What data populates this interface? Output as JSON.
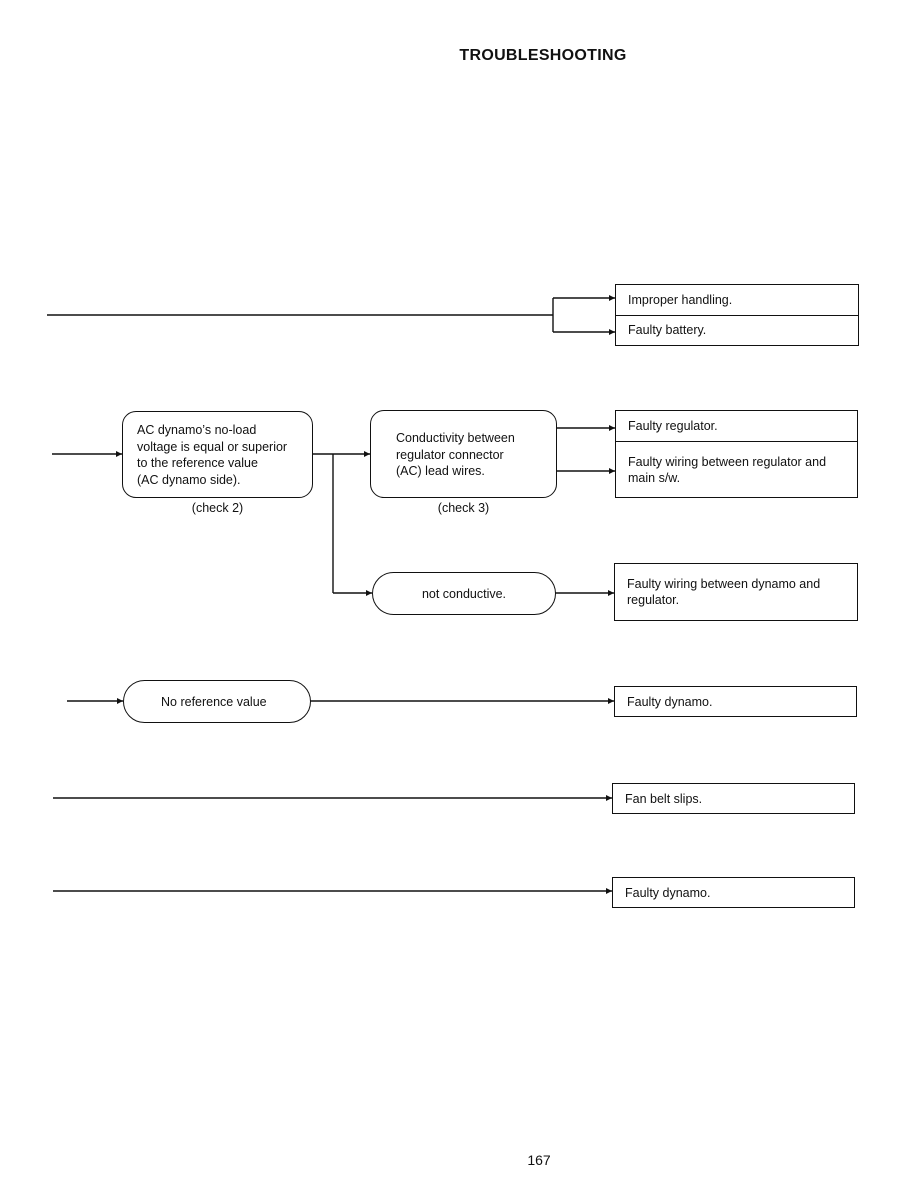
{
  "page": {
    "title": "TROUBLESHOOTING",
    "page_number": "167"
  },
  "nodes": {
    "check2": {
      "lines": [
        "AC dynamo’s no-load",
        "voltage is equal or superior",
        "to the reference value",
        "(AC dynamo side)."
      ],
      "caption": "(check 2)"
    },
    "check3": {
      "lines": [
        "Conductivity between",
        "regulator connector",
        "(AC) lead wires."
      ],
      "caption": "(check 3)"
    },
    "not_conductive": "not conductive.",
    "no_reference": "No reference value"
  },
  "results": {
    "group1": [
      "Improper handling.",
      "Faulty battery."
    ],
    "group2": [
      "Faulty regulator.",
      "Faulty wiring between regulator and main s/w."
    ],
    "wiring_dynamo": "Faulty wiring between dynamo and regulator.",
    "faulty_dynamo_1": "Faulty dynamo.",
    "fan_belt": "Fan belt slips.",
    "faulty_dynamo_2": "Faulty dynamo."
  }
}
